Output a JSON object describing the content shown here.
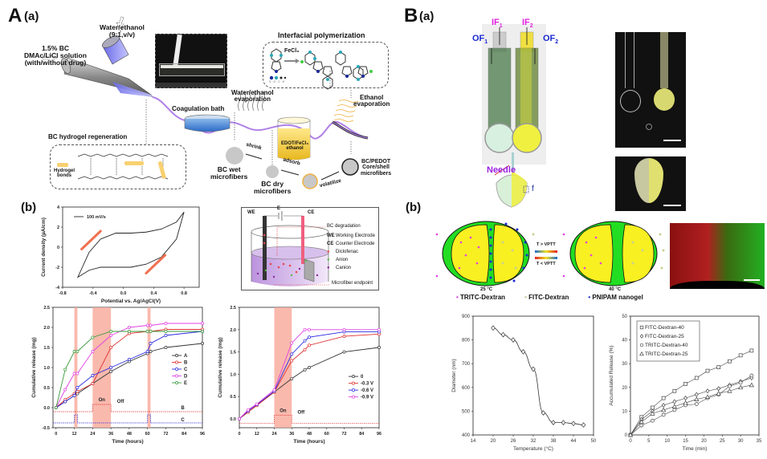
{
  "panelA": {
    "letter": "A",
    "sub_a": "(a)",
    "sub_b": "(b)",
    "schematic": {
      "water_ethanol": "Water/ethanol",
      "ratio": "(9:1,v/v)",
      "bc_solution_1": "1.5% BC",
      "bc_solution_2": "DMAc/LiCl solution",
      "bc_solution_3": "(with/without drug)",
      "interfacial": "Interfacial polymerization",
      "fecl3": "FeCl₃",
      "atom_legend": [
        "S",
        "O",
        "C",
        "H"
      ],
      "water_evap_1": "Water/ethanol",
      "water_evap_2": "evaporation",
      "ethanol_evap_1": "Ethanol",
      "ethanol_evap_2": "evaporation",
      "coag_bath": "Coagulation bath",
      "hydrogel_regen": "BC hydrogel regeneration",
      "hydrogel_bonds_1": "Hydrogel",
      "hydrogel_bonds_2": "bonds",
      "edot_1": "EDOT/FeCl₃",
      "edot_2": "ethanol",
      "shrink": "shrink",
      "adsorb": "adsorb",
      "volatilize": "volatilize",
      "bc_wet_1": "BC wet",
      "bc_wet_2": "microfibers",
      "bc_dry_1": "BC dry",
      "bc_dry_2": "microfibers",
      "core_1": "BC/PEDOT",
      "core_2": "Core/shell",
      "core_3": "microfibers"
    },
    "cell": {
      "we": "WE",
      "ce": "CE",
      "e": "E",
      "bc_degradation": "BC degradation",
      "legend": [
        {
          "key": "WE",
          "label": "Working Electrode"
        },
        {
          "key": "CE",
          "label": "Counter Electrode"
        },
        {
          "key": "",
          "label": "Diclofenac",
          "color": "#e84a4a"
        },
        {
          "key": "",
          "label": "Anion",
          "color": "#5bb84a"
        },
        {
          "key": "",
          "label": "Canion",
          "color": "#8a2a9a"
        }
      ],
      "endpoint": "Microfiber endpoint"
    }
  },
  "panelB": {
    "letter": "B",
    "sub_a": "(a)",
    "sub_b": "(b)",
    "if1": "IF",
    "if1_sub": "1",
    "if2": "IF",
    "if2_sub": "2",
    "of1": "OF",
    "of1_sub": "1",
    "of2": "OF",
    "of2_sub": "2",
    "needle": "Needle",
    "f_label": "f",
    "temp_25": "25 °C",
    "temp_40": "40 °C",
    "t_gt": "T > VPTT",
    "t_lt": "T < VPTT",
    "legend": [
      {
        "label": "TRITC-Dextran",
        "color": "#e040e0"
      },
      {
        "label": "FITC-Dextran",
        "color": "#b8c890"
      },
      {
        "label": "PNIPAM nanogel",
        "color": "#1a2ad0"
      }
    ]
  },
  "chart_data": [
    {
      "id": "cv",
      "type": "line",
      "title": "",
      "xlabel": "Potential vs. Ag/AgCl(V)",
      "ylabel": "Current density (µA/cm)",
      "xlim": [
        -0.8,
        1.0
      ],
      "ylim": [
        -4,
        4
      ],
      "xticks": [
        "-0.8",
        "-0.4",
        "0.0",
        "0.4",
        "0.8"
      ],
      "yticks": [
        "-4",
        "-2",
        "0",
        "2",
        "4"
      ],
      "legend": [
        "100 mV/s"
      ],
      "series": [
        {
          "name": "100 mV/s",
          "x": [
            -0.6,
            -0.45,
            -0.3,
            -0.1,
            0.1,
            0.3,
            0.5,
            0.7,
            0.8
          ],
          "y_upper": [
            -3.0,
            -0.5,
            0.8,
            1.4,
            1.4,
            1.5,
            1.8,
            2.5,
            3.5
          ],
          "y_lower": [
            -3.0,
            -2.3,
            -2.0,
            -2.0,
            -2.0,
            -1.7,
            -1.0,
            0.8,
            3.5
          ]
        }
      ]
    },
    {
      "id": "release_A",
      "type": "line",
      "xlabel": "Time (hours)",
      "ylabel": "Cumulative release (mg)",
      "xlim": [
        -2,
        96
      ],
      "ylim": [
        -0.5,
        2.5
      ],
      "xticks": [
        "0",
        "12",
        "24",
        "36",
        "48",
        "60",
        "72",
        "84",
        "96"
      ],
      "yticks": [
        "-0.5",
        "0.0",
        "0.5",
        "1.0",
        "1.5",
        "2.0",
        "2.5"
      ],
      "annotations": [
        "On",
        "Off",
        "B",
        "C"
      ],
      "on_windows": [
        [
          12,
          14
        ],
        [
          24,
          36
        ],
        [
          60,
          62
        ]
      ],
      "x": [
        0,
        6,
        12,
        14,
        24,
        36,
        48,
        60,
        62,
        72,
        96
      ],
      "series": [
        {
          "name": "A",
          "color": "#333333",
          "values": [
            0,
            0.15,
            0.3,
            0.35,
            0.6,
            0.9,
            1.15,
            1.35,
            1.4,
            1.5,
            1.6
          ]
        },
        {
          "name": "B",
          "color": "#e03030",
          "values": [
            0,
            0.2,
            0.35,
            0.4,
            0.6,
            1.5,
            1.85,
            1.9,
            1.9,
            1.95,
            1.95
          ]
        },
        {
          "name": "C",
          "color": "#2a2ae0",
          "values": [
            0,
            0.15,
            0.3,
            0.5,
            0.8,
            1.0,
            1.2,
            1.4,
            1.6,
            1.8,
            1.9
          ]
        },
        {
          "name": "D",
          "color": "#e040e0",
          "values": [
            0,
            0.45,
            0.85,
            0.85,
            1.4,
            1.8,
            2.0,
            2.05,
            2.05,
            2.1,
            2.1
          ]
        },
        {
          "name": "E",
          "color": "#3a9a3a",
          "values": [
            0,
            0.95,
            1.4,
            1.4,
            1.75,
            1.9,
            1.9,
            1.9,
            1.9,
            1.9,
            1.9
          ]
        }
      ]
    },
    {
      "id": "release_voltage",
      "type": "line",
      "xlabel": "Time (hours)",
      "ylabel": "Cumulative release (mg)",
      "xlim": [
        0,
        96
      ],
      "ylim": [
        -0.2,
        2.5
      ],
      "xticks": [
        "0",
        "12",
        "24",
        "36",
        "48",
        "60",
        "72",
        "84",
        "96"
      ],
      "yticks": [
        "0.0",
        "0.5",
        "1.0",
        "1.5",
        "2.0",
        "2.5"
      ],
      "annotations": [
        "On",
        "Off"
      ],
      "on_windows": [
        [
          24,
          36
        ]
      ],
      "x": [
        0,
        6,
        12,
        24,
        36,
        45,
        48,
        72,
        96
      ],
      "series": [
        {
          "name": "0",
          "color": "#333333",
          "values": [
            0,
            0.15,
            0.3,
            0.6,
            0.9,
            1.1,
            1.15,
            1.5,
            1.6
          ]
        },
        {
          "name": "-0.3 V",
          "color": "#e03030",
          "values": [
            0,
            0.15,
            0.3,
            0.6,
            1.3,
            1.55,
            1.65,
            1.85,
            1.9
          ]
        },
        {
          "name": "-0.6 V",
          "color": "#2a2ae0",
          "values": [
            0,
            0.18,
            0.32,
            0.62,
            1.45,
            1.75,
            1.83,
            1.95,
            1.95
          ]
        },
        {
          "name": "-0.9 V",
          "color": "#e040e0",
          "values": [
            0,
            0.2,
            0.33,
            0.65,
            1.7,
            2.0,
            2.0,
            2.0,
            2.0
          ]
        }
      ]
    },
    {
      "id": "diameter",
      "type": "scatter",
      "xlabel": "Temperature (°C)",
      "ylabel": "Diameter (nm)",
      "xlim": [
        14,
        50
      ],
      "ylim": [
        400,
        900
      ],
      "xticks": [
        "14",
        "20",
        "26",
        "32",
        "38",
        "44",
        "50"
      ],
      "yticks": [
        "400",
        "500",
        "600",
        "700",
        "800",
        "900"
      ],
      "x": [
        20,
        23,
        26,
        29,
        32,
        35,
        38,
        41,
        44,
        47
      ],
      "y": [
        850,
        822,
        800,
        750,
        677,
        493,
        452,
        452,
        448,
        442
      ]
    },
    {
      "id": "accumulated",
      "type": "scatter",
      "xlabel": "Time (min)",
      "ylabel": "Accumulated Release (%)",
      "xlim": [
        0,
        35
      ],
      "ylim": [
        0,
        50
      ],
      "xticks": [
        "0",
        "5",
        "10",
        "15",
        "20",
        "25",
        "30",
        "35"
      ],
      "yticks": [
        "0",
        "10",
        "20",
        "30",
        "40",
        "50"
      ],
      "x": [
        0,
        3,
        6,
        9,
        12,
        15,
        18,
        21,
        24,
        27,
        30,
        33
      ],
      "series": [
        {
          "name": "FITC-Dextran-40",
          "marker": "square",
          "values": [
            0,
            7.5,
            11.5,
            15.5,
            18.5,
            21.5,
            24,
            27,
            28.5,
            31,
            33.5,
            35.5
          ]
        },
        {
          "name": "FITC-Dextran-25",
          "marker": "diamond",
          "values": [
            0,
            6.5,
            10,
            12.5,
            14,
            15.5,
            17,
            18.5,
            19.5,
            21,
            22.5,
            24
          ]
        },
        {
          "name": "TRITC-Dextran-40",
          "marker": "circle",
          "values": [
            0,
            4,
            6,
            8.5,
            10.5,
            12.5,
            13,
            15.5,
            17,
            20.5,
            22,
            25
          ]
        },
        {
          "name": "TRITC-Dextran-25",
          "marker": "triangle",
          "values": [
            0,
            5.5,
            9,
            10.5,
            12,
            13.5,
            15,
            16,
            17.5,
            18.5,
            20,
            21
          ]
        }
      ]
    }
  ]
}
